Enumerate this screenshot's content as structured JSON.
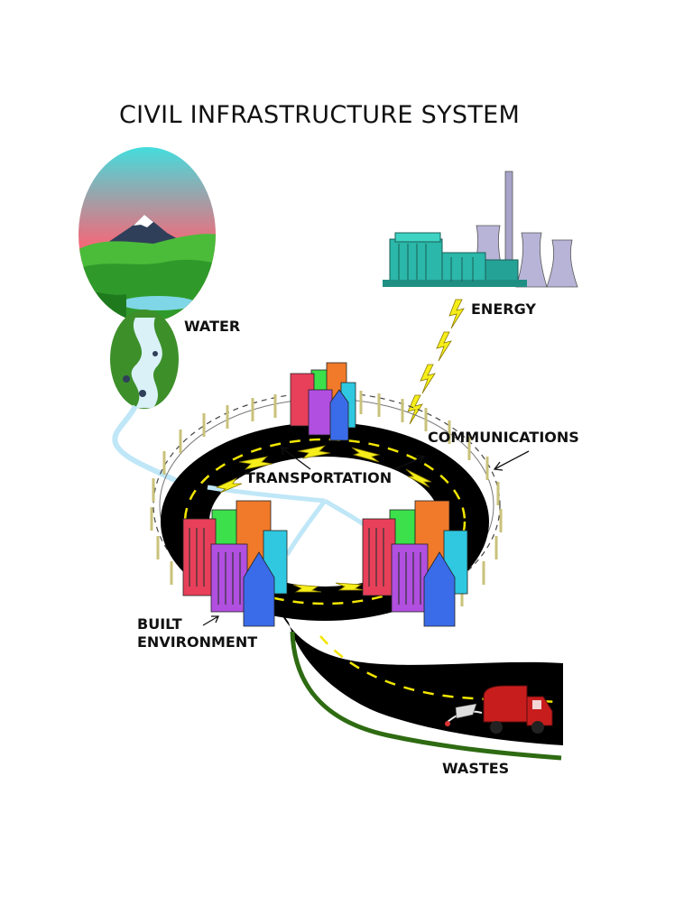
{
  "title": "CIVIL INFRASTRUCTURE SYSTEM",
  "labels": {
    "water": "WATER",
    "energy": "ENERGY",
    "communications": "COMMUNICATIONS",
    "transportation": "TRANSPORTATION",
    "built_line1": "BUILT",
    "built_line2": "ENVIRONMENT",
    "wastes": "WASTES"
  },
  "colors": {
    "road": "#000000",
    "road_dash": "#f2e600",
    "water_pipe": "#bfe7f7",
    "ground_line": "#2e6b12",
    "lightning": "#f5ee1a",
    "truck": "#c81d1d",
    "plant": "#2bb7a9",
    "sky_top": "#3fe0e0",
    "sky_bottom": "#f06b7a"
  }
}
